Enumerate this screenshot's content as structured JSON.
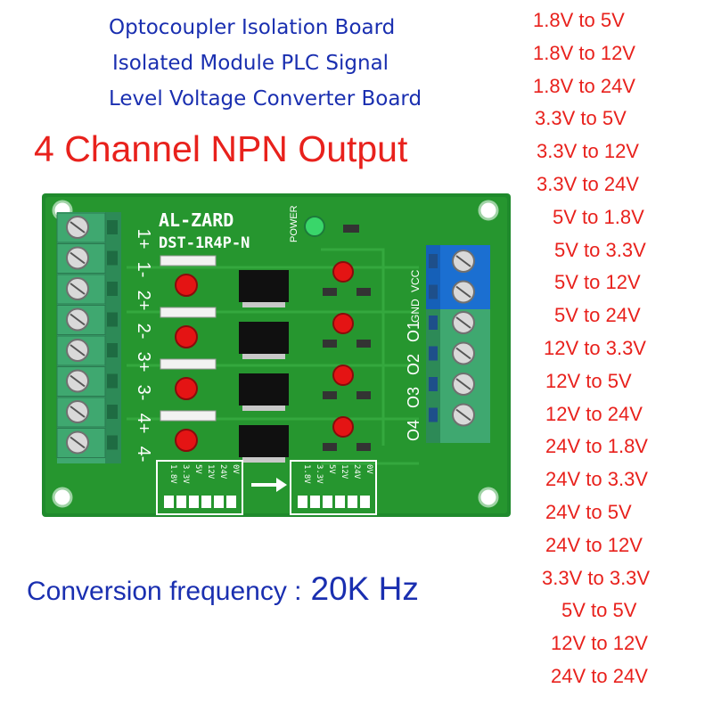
{
  "title_lines": [
    "Optocoupler Isolation Board",
    "Isolated Module PLC Signal",
    "Level Voltage Converter Board"
  ],
  "headline": {
    "channel": "4 Channel",
    "output": "NPN Output"
  },
  "frequency": {
    "label": "Conversion frequency :",
    "value": "20K Hz"
  },
  "conversions": [
    "1.8V to 5V",
    "1.8V to 12V",
    "1.8V to 24V",
    "3.3V to 5V",
    "3.3V to 12V",
    "3.3V to 24V",
    "5V to 1.8V",
    "5V to 3.3V",
    "5V to 12V",
    "5V to 24V",
    "12V to 3.3V",
    "12V to 5V",
    "12V to 24V",
    "24V to 1.8V",
    "24V to 3.3V",
    "24V to 5V",
    "24V to 12V",
    "3.3V to 3.3V",
    "5V to 5V",
    "12V to 12V",
    "24V to 24V"
  ],
  "board": {
    "brand": "AL-ZARD",
    "model": "DST-1R4P-N",
    "power_label": "POWER",
    "input_labels": [
      "1+",
      "1-",
      "2+",
      "2-",
      "3+",
      "3-",
      "4+",
      "4-"
    ],
    "output_labels": [
      "O4",
      "O3",
      "O2",
      "O1"
    ],
    "supply_labels": [
      "GND",
      "VCC"
    ],
    "jumper_voltages": [
      "1.8V",
      "3.3V",
      "5V",
      "12V",
      "24V",
      "0V"
    ],
    "colors": {
      "pcb": "#1f8a2c",
      "terminal_green": "#3fa870",
      "terminal_blue": "#1b6fd1",
      "led": "#e41414",
      "power_led": "#39d66a"
    }
  }
}
